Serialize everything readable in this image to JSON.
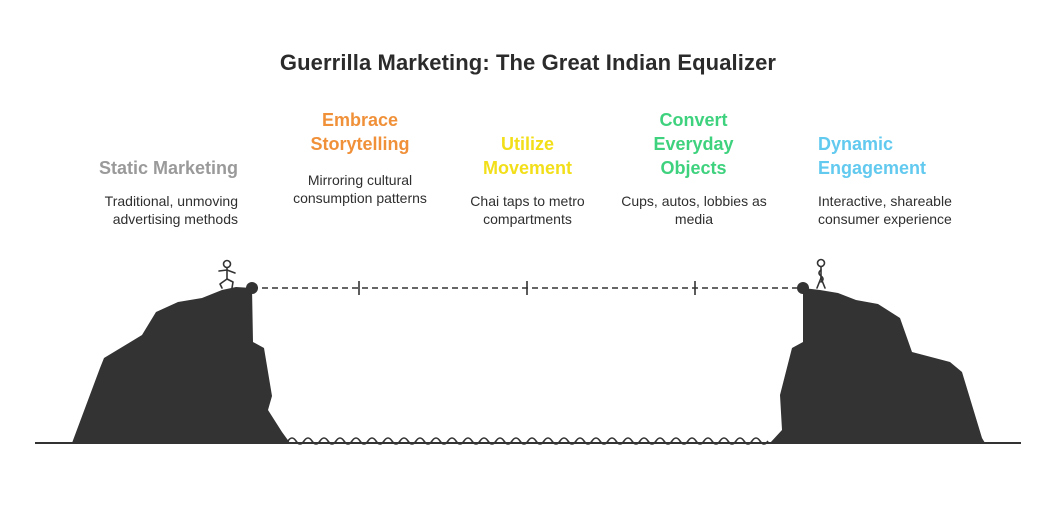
{
  "title": "Guerrilla Marketing: The Great Indian Equalizer",
  "stages": [
    {
      "title": "Static Marketing",
      "description": "Traditional, unmoving advertising methods",
      "color": "#9a9a9a"
    },
    {
      "title": "Embrace Storytelling",
      "description": "Mirroring cultural consumption patterns",
      "color": "#f0913a"
    },
    {
      "title": "Utilize Movement",
      "description": "Chai taps to metro compartments",
      "color": "#f2df1a"
    },
    {
      "title": "Convert Everyday Objects",
      "description": "Cups, autos, lobbies as media",
      "color": "#3fd27e"
    },
    {
      "title": "Dynamic Engagement",
      "description": "Interactive, shareable consumer experience",
      "color": "#62c9ef"
    }
  ],
  "colors": {
    "cliff": "#333333",
    "line": "#333333"
  },
  "icons": [
    "walking-person-icon",
    "standing-person-icon"
  ]
}
